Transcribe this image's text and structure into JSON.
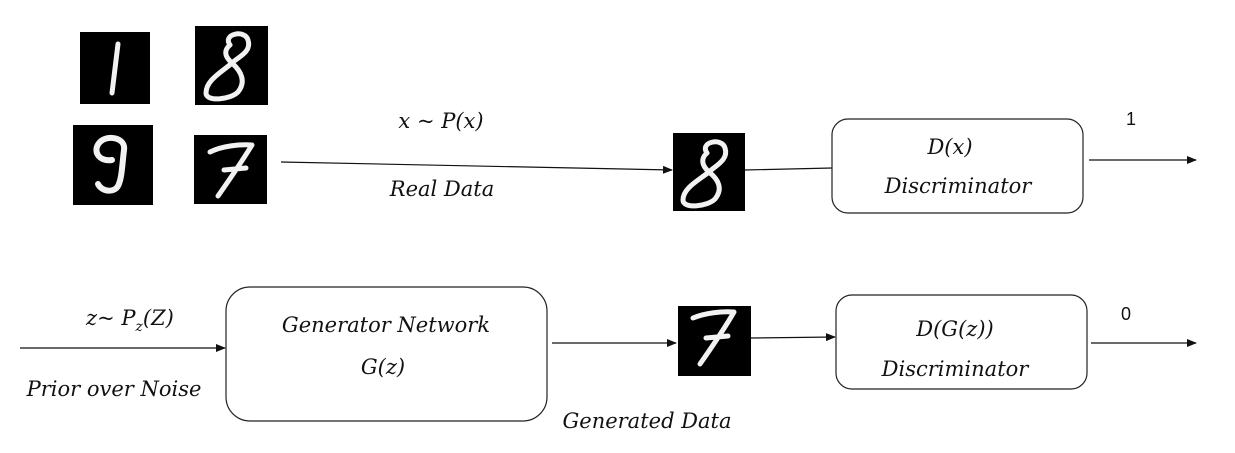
{
  "real_branch": {
    "distribution_label": "x ~ P(x)",
    "data_label": "Real Data",
    "sample_digits": [
      "1",
      "8",
      "9",
      "7"
    ],
    "selected_digit": "8"
  },
  "discriminator_real": {
    "function_label": "D(x)",
    "name": "Discriminator",
    "output": "1"
  },
  "noise_branch": {
    "distribution_label": "z~ P_z(Z)",
    "distribution_base": "z~ P",
    "distribution_sub": "z",
    "distribution_arg": "(Z)",
    "noise_label": "Prior over Noise"
  },
  "generator": {
    "name": "Generator Network",
    "function_label": "G(z)"
  },
  "generated_branch": {
    "data_label": "Generated Data",
    "generated_digit": "7"
  },
  "discriminator_fake": {
    "function_label": "D(G(z))",
    "name": "Discriminator",
    "output": "0"
  },
  "colors": {
    "background": "#ffffff",
    "stroke": "#111111",
    "digit_background": "#000000",
    "digit_stroke": "#f2f2f2"
  }
}
